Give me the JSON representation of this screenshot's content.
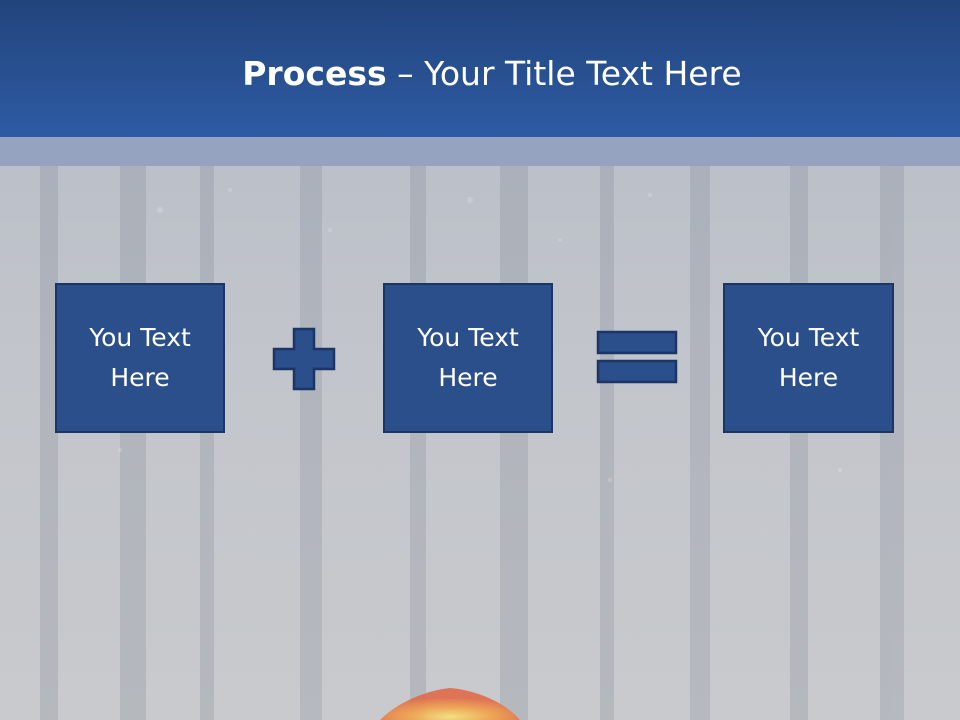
{
  "title": {
    "bold": "Process",
    "rest": " – Your Title Text Here"
  },
  "boxes": [
    {
      "line1": "You Text",
      "line2": "Here"
    },
    {
      "line1": "You Text",
      "line2": "Here"
    },
    {
      "line1": "You Text",
      "line2": "Here"
    }
  ],
  "colors": {
    "header": "#2e5ba3",
    "box_fill": "#2b4f8b",
    "box_border": "#1b3566",
    "background": "#c3c6cc"
  },
  "icons": [
    "plus-icon",
    "equals-icon"
  ]
}
